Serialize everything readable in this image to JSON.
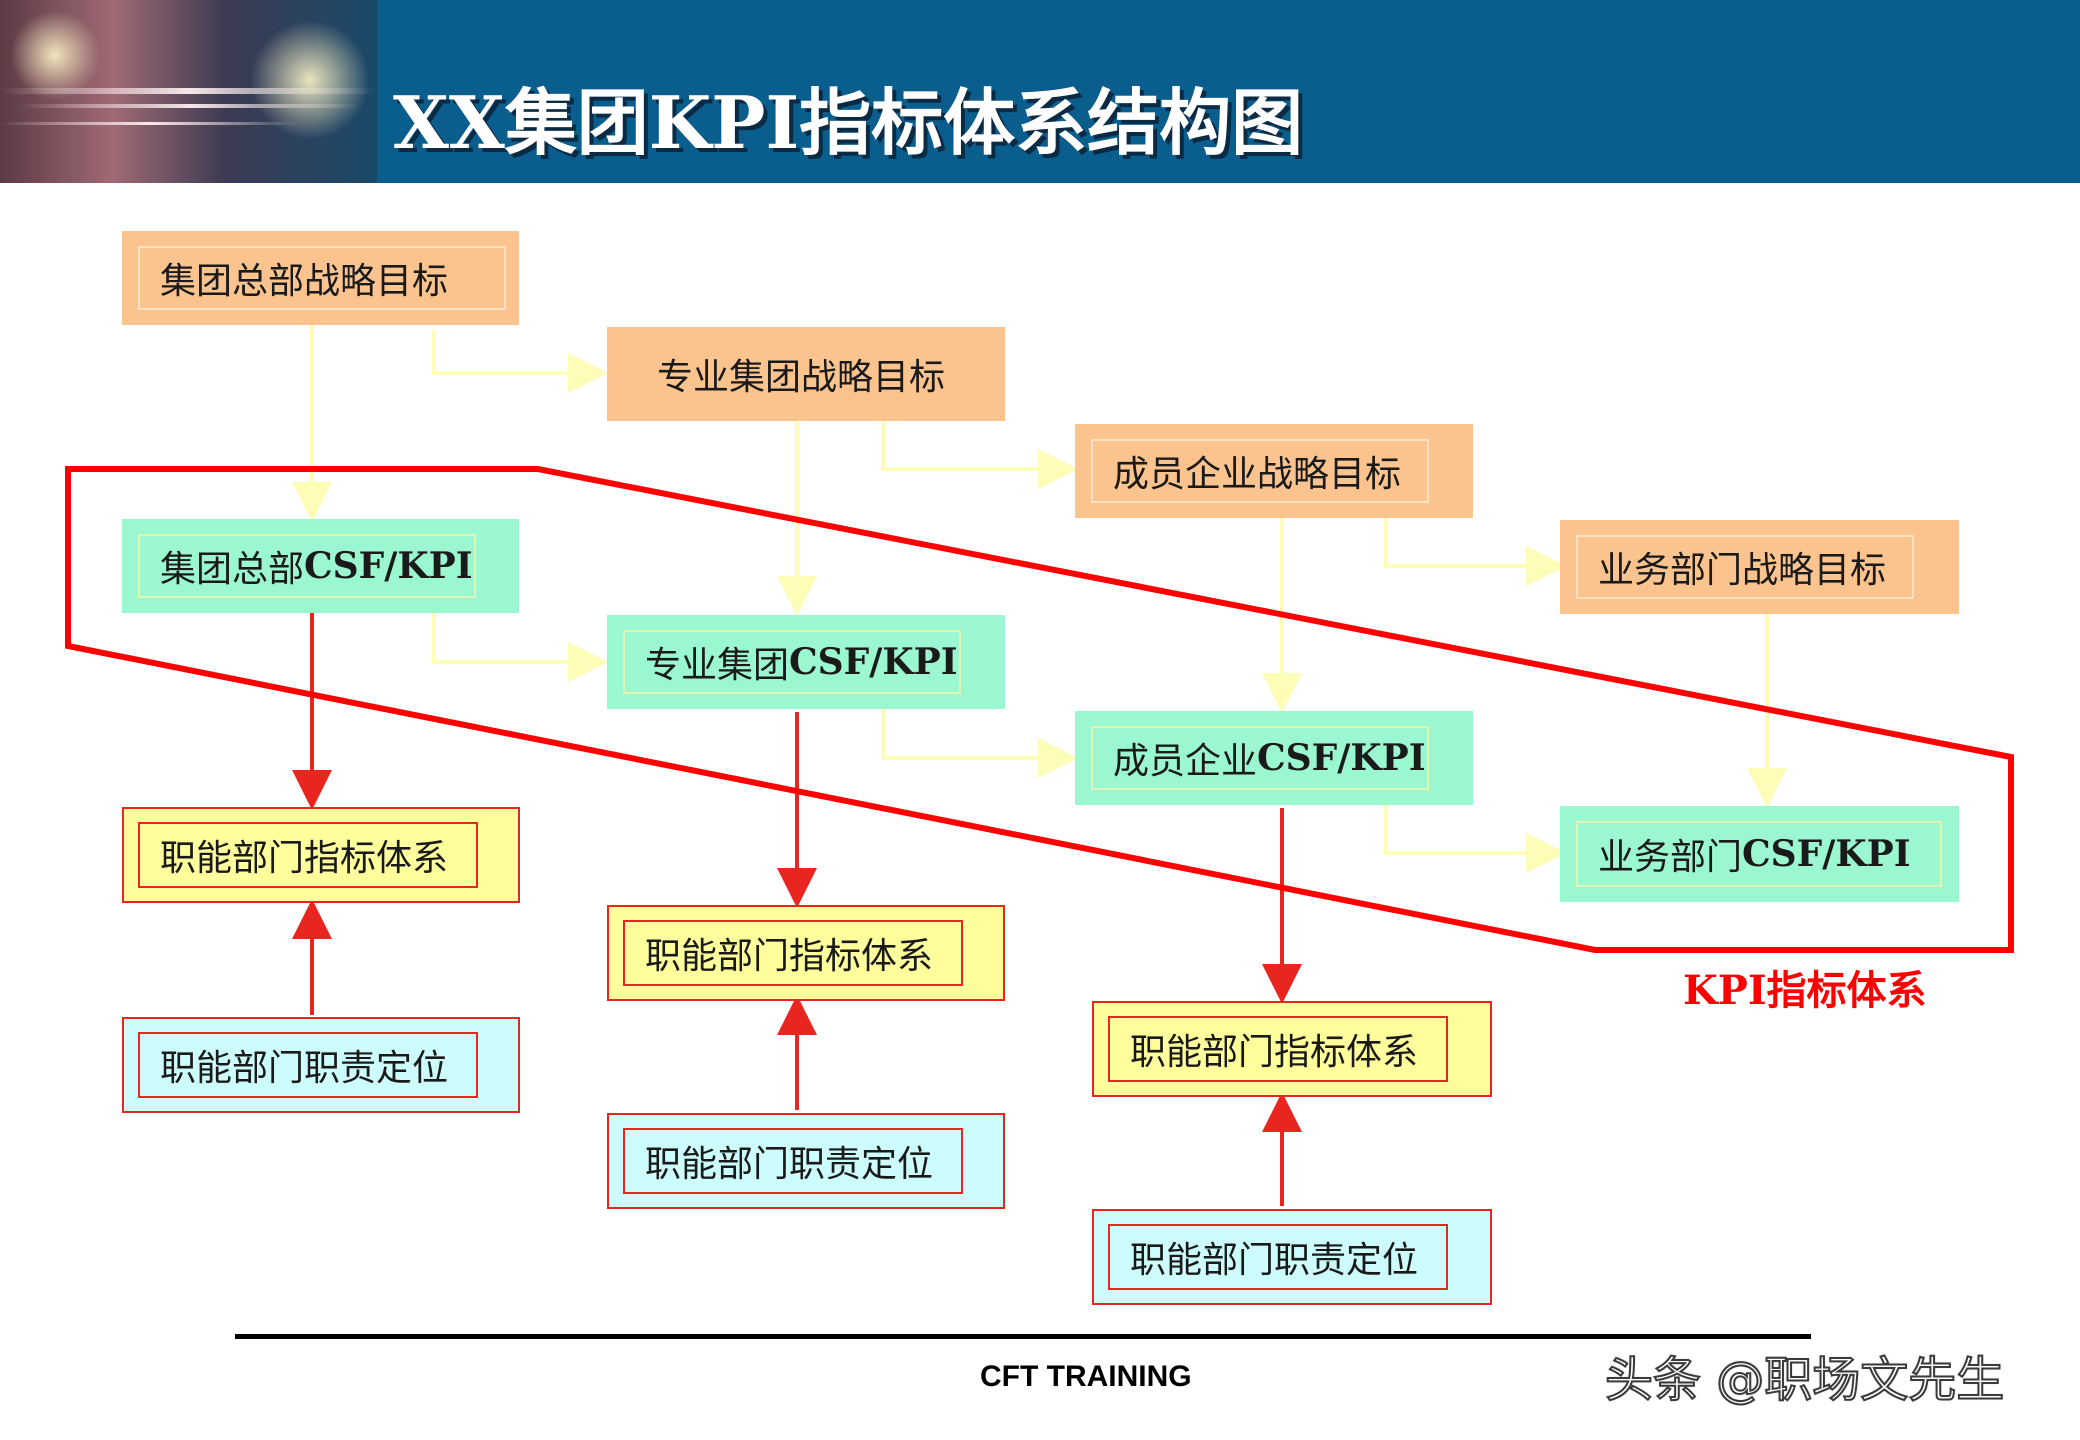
{
  "header": {
    "title": "XX集团KPI指标体系结构图",
    "background": "#0a5e8e"
  },
  "boxes": {
    "hq_goal": {
      "text": "集团总部战略目标"
    },
    "pro_goal": {
      "text": "专业集团战略目标"
    },
    "member_goal": {
      "text": "成员企业战略目标"
    },
    "biz_goal": {
      "text": "业务部门战略目标"
    },
    "hq_kpi": {
      "prefix": "集团总部",
      "suffix": "CSF/KPI"
    },
    "pro_kpi": {
      "prefix": "专业集团",
      "suffix": "CSF/KPI"
    },
    "member_kpi": {
      "prefix": "成员企业",
      "suffix": "CSF/KPI"
    },
    "biz_kpi": {
      "prefix": "业务部门",
      "suffix": "CSF/KPI"
    },
    "func_index_1": {
      "text": "职能部门指标体系"
    },
    "func_index_2": {
      "text": "职能部门指标体系"
    },
    "func_index_3": {
      "text": "职能部门指标体系"
    },
    "func_role_1": {
      "text": "职能部门职责定位"
    },
    "func_role_2": {
      "text": "职能部门职责定位"
    },
    "func_role_3": {
      "text": "职能部门职责定位"
    }
  },
  "kpi_system_label": "KPI指标体系",
  "footer": {
    "text": "CFT TRAINING"
  },
  "watermark": "头条 @职场文先生",
  "colors": {
    "goal_box": "#fbc48f",
    "kpi_box": "#9af7cf",
    "index_box": "#fefe9c",
    "role_box": "#ccfdfc",
    "red_accent": "#e8251f",
    "pale_connector": "#fdfdb8"
  }
}
